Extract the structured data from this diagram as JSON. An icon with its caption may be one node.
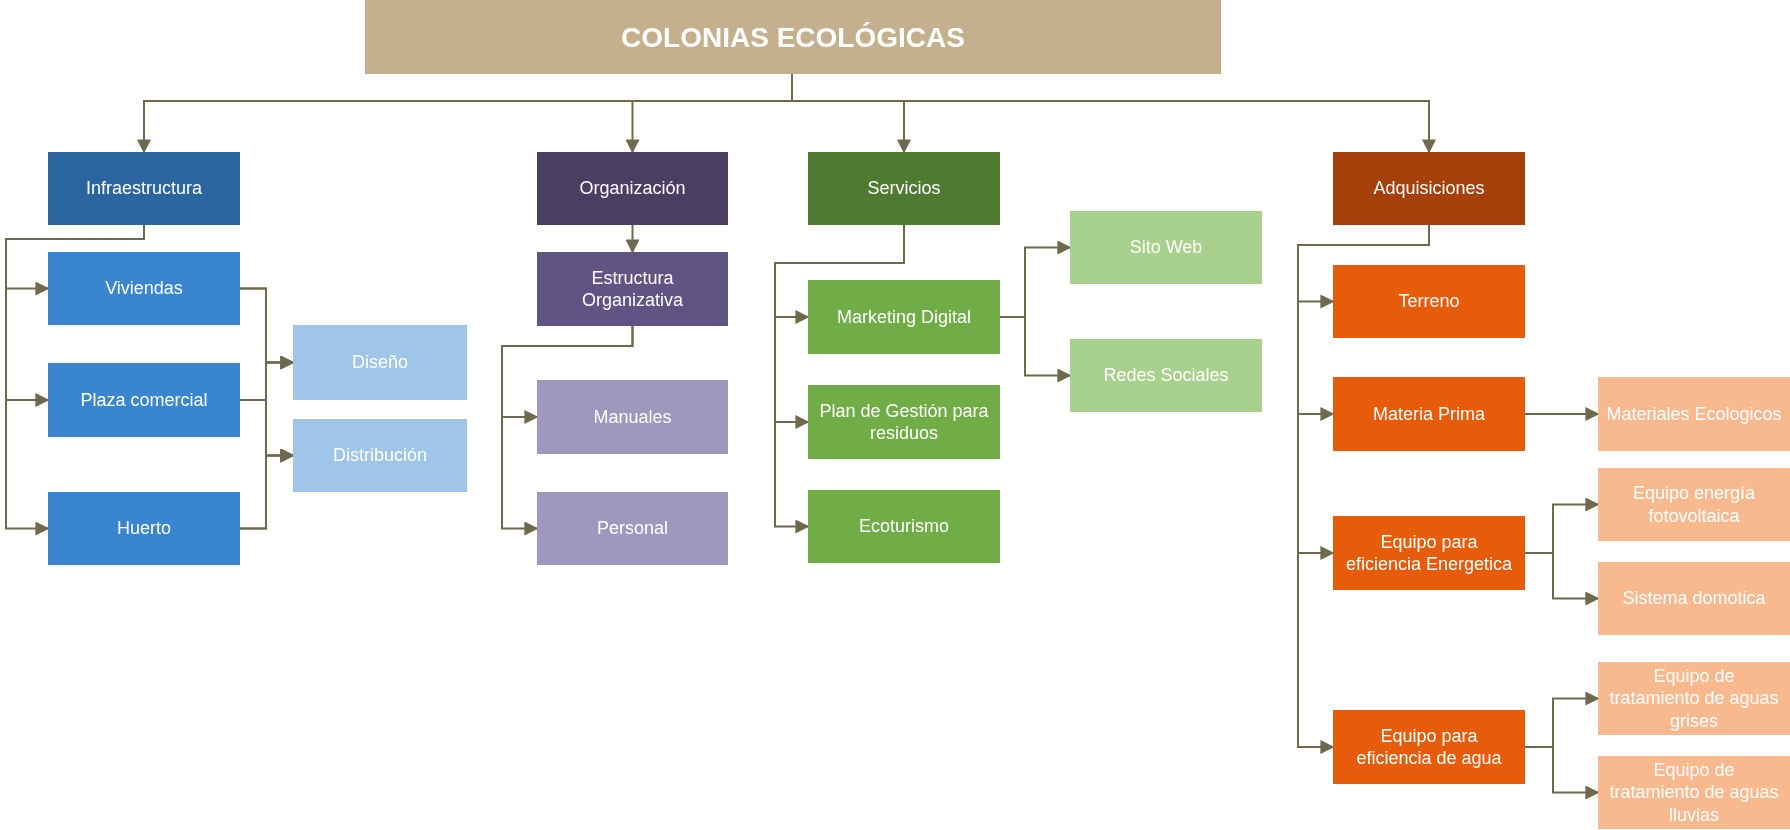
{
  "diagram": {
    "nodes": [
      {
        "text": [
          "COLONIAS ECOLÓGICAS"
        ]
      },
      {
        "text": [
          "Infraestructura"
        ]
      },
      {
        "text": [
          "Organización"
        ]
      },
      {
        "text": [
          "Servicios"
        ]
      },
      {
        "text": [
          "Adquisiciones"
        ]
      },
      {
        "text": [
          "Viviendas"
        ]
      },
      {
        "text": [
          "Plaza comercial"
        ]
      },
      {
        "text": [
          "Huerto"
        ]
      },
      {
        "text": [
          "Diseño"
        ]
      },
      {
        "text": [
          "Distribución"
        ]
      },
      {
        "text": [
          "Estructura Organizativa"
        ]
      },
      {
        "text": [
          "Manuales"
        ]
      },
      {
        "text": [
          "Personal"
        ]
      },
      {
        "text": [
          "Marketing Digital"
        ]
      },
      {
        "text": [
          "Plan de Gestión para residuos"
        ]
      },
      {
        "text": [
          "Ecoturismo"
        ]
      },
      {
        "text": [
          "Sito Web"
        ]
      },
      {
        "text": [
          "Redes Sociales"
        ]
      },
      {
        "text": [
          "Terreno"
        ]
      },
      {
        "text": [
          "Materia Prima"
        ]
      },
      {
        "text": [
          "Equipo para eficiencia Energetica"
        ]
      },
      {
        "text": [
          "Equipo para eficiencia de agua"
        ]
      },
      {
        "text": [
          "Materiales Ecologicos"
        ]
      },
      {
        "text": [
          "Equipo energía fotovoltaica"
        ]
      },
      {
        "text": [
          "Sistema domotica"
        ]
      },
      {
        "text": [
          "Equipo de tratamiento de aguas grises"
        ]
      },
      {
        "text": [
          "Equipo de tratamiento de aguas lluvias"
        ]
      }
    ],
    "edges": [
      {
        "from": 0,
        "to": 1,
        "arrow": "to"
      },
      {
        "from": 0,
        "to": 2,
        "arrow": "to"
      },
      {
        "from": 0,
        "to": 3,
        "arrow": "to"
      },
      {
        "from": 0,
        "to": 4,
        "arrow": "to"
      },
      {
        "from": 1,
        "to": 5,
        "arrow": "to"
      },
      {
        "from": 1,
        "to": 6,
        "arrow": "to"
      },
      {
        "from": 1,
        "to": 7,
        "arrow": "to"
      },
      {
        "from": 5,
        "to": 8,
        "arrow": "to"
      },
      {
        "from": 5,
        "to": 9,
        "arrow": "to"
      },
      {
        "from": 6,
        "to": 8,
        "arrow": "to"
      },
      {
        "from": 6,
        "to": 9,
        "arrow": "to"
      },
      {
        "from": 7,
        "to": 8,
        "arrow": "to"
      },
      {
        "from": 7,
        "to": 9,
        "arrow": "to"
      },
      {
        "from": 2,
        "to": 10,
        "arrow": "to"
      },
      {
        "from": 10,
        "to": 11,
        "arrow": "to"
      },
      {
        "from": 10,
        "to": 12,
        "arrow": "to"
      },
      {
        "from": 3,
        "to": 13,
        "arrow": "to"
      },
      {
        "from": 3,
        "to": 14,
        "arrow": "to"
      },
      {
        "from": 3,
        "to": 15,
        "arrow": "to"
      },
      {
        "from": 13,
        "to": 16,
        "arrow": "to"
      },
      {
        "from": 13,
        "to": 17,
        "arrow": "to"
      },
      {
        "from": 4,
        "to": 18,
        "arrow": "to"
      },
      {
        "from": 4,
        "to": 19,
        "arrow": "to"
      },
      {
        "from": 4,
        "to": 20,
        "arrow": "to"
      },
      {
        "from": 4,
        "to": 21,
        "arrow": "to"
      },
      {
        "from": 19,
        "to": 22,
        "arrow": "to"
      },
      {
        "from": 20,
        "to": 23,
        "arrow": "to"
      },
      {
        "from": 20,
        "to": 24,
        "arrow": "to"
      },
      {
        "from": 21,
        "to": 25,
        "arrow": "to"
      },
      {
        "from": 21,
        "to": 26,
        "arrow": "to"
      }
    ]
  }
}
